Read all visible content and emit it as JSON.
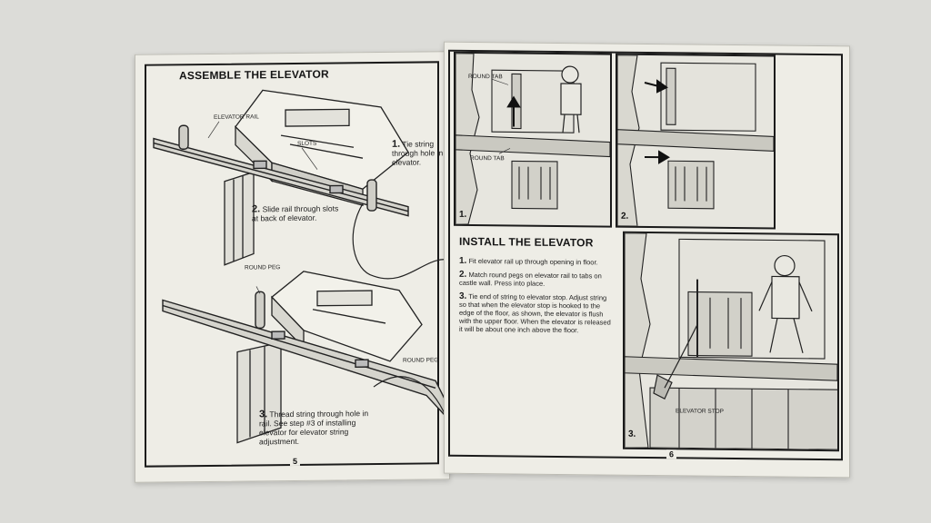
{
  "left_page": {
    "title": "ASSEMBLE THE ELEVATOR",
    "callouts": {
      "elevator_rail": "ELEVATOR RAIL",
      "slots": "SLOTS",
      "round_peg_1": "ROUND PEG",
      "round_peg_2": "ROUND PEG"
    },
    "steps": [
      {
        "num": "1.",
        "text": "Tie string through hole in elevator."
      },
      {
        "num": "2.",
        "text": "Slide rail through slots at back of elevator."
      },
      {
        "num": "3.",
        "text": "Thread string through hole in rail. See step #3 of installing elevator for elevator string adjustment."
      }
    ],
    "page_number": "5"
  },
  "right_page": {
    "panels": [
      {
        "num": "1.",
        "callouts": [
          "ROUND TAB",
          "ROUND TAB"
        ]
      },
      {
        "num": "2.",
        "callouts": []
      },
      {
        "num": "3.",
        "callouts": [
          "ELEVATOR STOP"
        ]
      }
    ],
    "install_title": "INSTALL THE ELEVATOR",
    "install_steps": [
      {
        "num": "1.",
        "text": "Fit elevator rail up through opening in floor."
      },
      {
        "num": "2.",
        "text": "Match round pegs on elevator rail to tabs on castle wall. Press into place."
      },
      {
        "num": "3.",
        "text": "Tie end of string to elevator stop. Adjust string so that when the elevator stop is hooked to the edge of the floor, as shown, the elevator is flush with the upper floor. When the elevator is released it will be about one inch above the floor."
      }
    ],
    "page_number": "6"
  }
}
